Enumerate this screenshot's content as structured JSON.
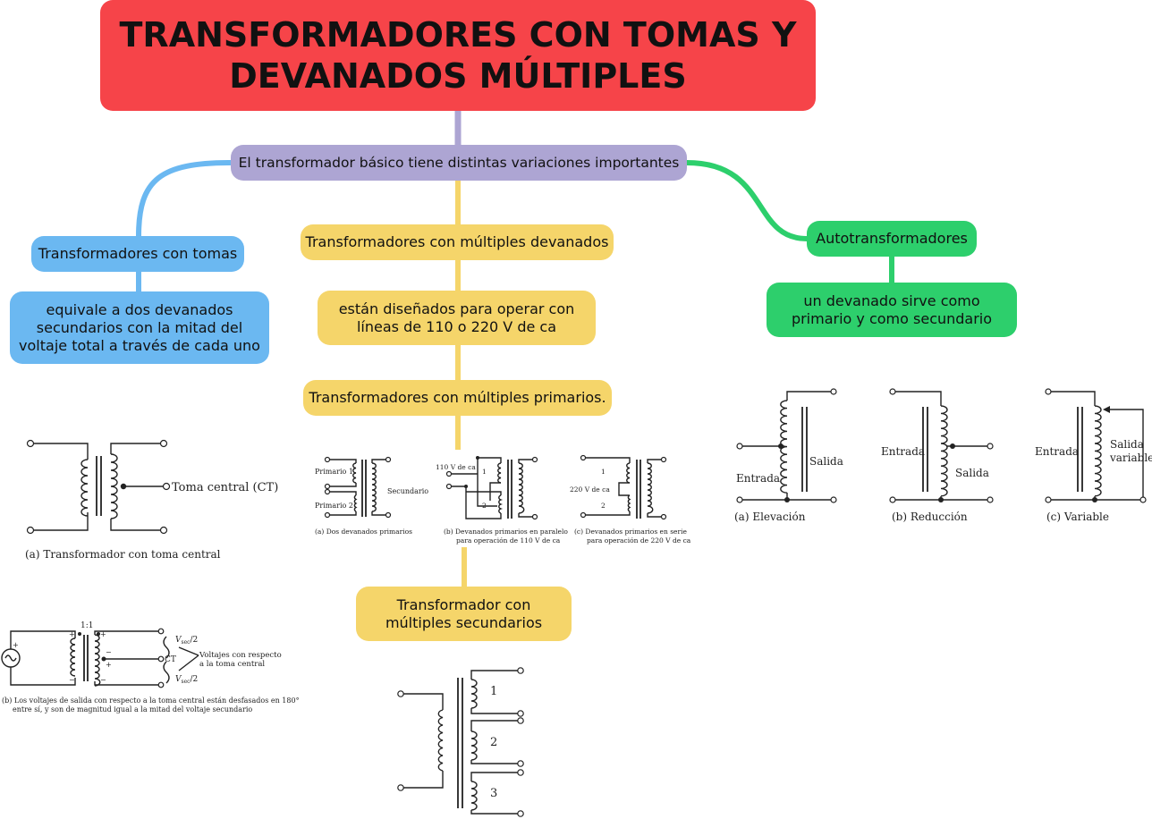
{
  "title": "TRANSFORMADORES CON TOMAS Y DEVANADOS MÚLTIPLES",
  "central": "El transformador básico tiene distintas variaciones importantes",
  "branches": {
    "tomas": {
      "label": "Transformadores con tomas",
      "description": "equivale a dos devanados secundarios con la mitad del voltaje total a través de cada uno"
    },
    "devanados": {
      "label": "Transformadores con múltiples devanados",
      "description": "están diseñados para operar con líneas de 110 o 220 V de ca",
      "primarios": "Transformadores con múltiples primarios.",
      "secundarios": "Transformador con múltiples secundarios"
    },
    "auto": {
      "label": "Autotransformadores",
      "description": "un devanado sirve como primario y como secundario"
    }
  },
  "figures": {
    "center_tap": {
      "label": "Toma central (CT)",
      "caption": "(a) Transformador con toma central"
    },
    "center_tap_voltages": {
      "ratio": "1:1",
      "ct": "CT",
      "vsec_sub": "sec",
      "vsec_half": "V",
      "half": "/2",
      "note_line1": "Voltajes con respecto",
      "note_line2": "a la toma central",
      "caption_line1": "(b) Los voltajes de salida con respecto a la toma central están desfasados en 180°",
      "caption_line2": "entre sí, y son de magnitud igual a la mitad del voltaje secundario"
    },
    "multi_primaries": {
      "primario1": "Primario 1",
      "primario2": "Primario 2",
      "secundario": "Secundario",
      "v110": "110 V de ca",
      "v220": "220 V de ca",
      "one": "1",
      "two": "2",
      "cap_a": "(a) Dos devanados primarios",
      "cap_b_line1": "(b) Devanados primarios en paralelo",
      "cap_b_line2": "para operación de 110 V de ca",
      "cap_c_line1": "(c) Devanados primarios en serie",
      "cap_c_line2": "para operación de 220 V de ca"
    },
    "multi_secondaries": {
      "labels": [
        "1",
        "2",
        "3"
      ]
    },
    "autotransformers": {
      "entrada": "Entrada",
      "salida": "Salida",
      "salida_variable_line1": "Salida",
      "salida_variable_line2": "variable",
      "captions": [
        "(a) Elevación",
        "(b) Reducción",
        "(c) Variable"
      ]
    }
  },
  "colors": {
    "title": "#f64449",
    "central": "#ada5d3",
    "blue_branch": "#6bb8f1",
    "yellow_branch": "#f5d56a",
    "green_branch": "#2dcf6c"
  }
}
